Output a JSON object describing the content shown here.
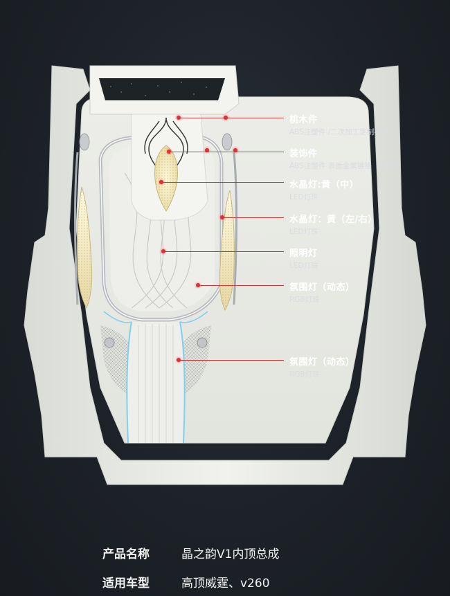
{
  "callouts": [
    {
      "title": "桃木件",
      "sub": "ABS注塑件 /二次加工定制花纹"
    },
    {
      "title": "装饰件",
      "sub": "ABS注塑件 表面金属镀铬（金/银）"
    },
    {
      "title": "水晶灯:黄（中）",
      "sub": "LED灯珠"
    },
    {
      "title": "水晶灯：黄（左/右）",
      "sub": "LED灯珠"
    },
    {
      "title": "照明灯",
      "sub": "LED灯珠"
    },
    {
      "title": "氛围灯（动态）",
      "sub": "RGB灯珠"
    },
    {
      "title": "氛围灯（动态）",
      "sub": "RGB灯珠"
    }
  ],
  "specs": [
    {
      "label": "产品名称",
      "value": "晶之韵V1内顶总成"
    },
    {
      "label": "适用车型",
      "value": "高顶威霆、v260"
    }
  ],
  "colors": {
    "background": "#1d2228",
    "leader_line": "#c63a3a",
    "dot": "#e0303a"
  }
}
